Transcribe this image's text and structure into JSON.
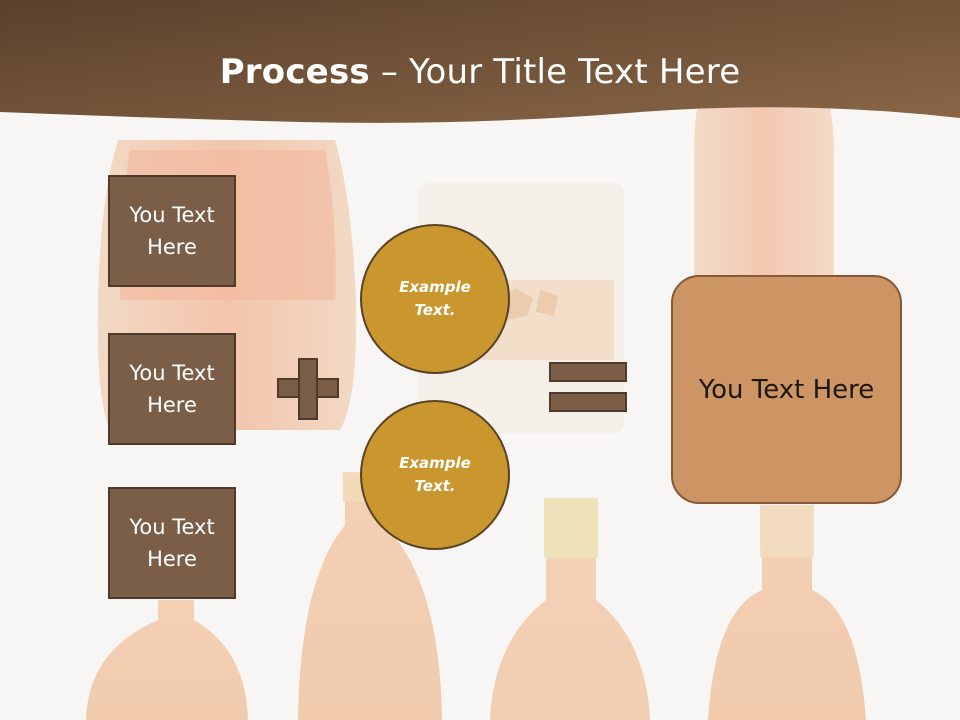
{
  "slide": {
    "title_bold": "Process",
    "title_rest": " – Your Title Text Here"
  },
  "left_boxes": [
    {
      "label": "You Text\nHere"
    },
    {
      "label": "You Text\nHere"
    },
    {
      "label": "You Text\nHere"
    }
  ],
  "circles": [
    {
      "label": "Example\nText."
    },
    {
      "label": "Example\nText."
    }
  ],
  "result": {
    "label": "You Text Here"
  },
  "colors": {
    "header": "#6b4e36",
    "box_fill": "#7b5e47",
    "circle_fill": "#c9972e",
    "result_fill": "#cd9564"
  }
}
